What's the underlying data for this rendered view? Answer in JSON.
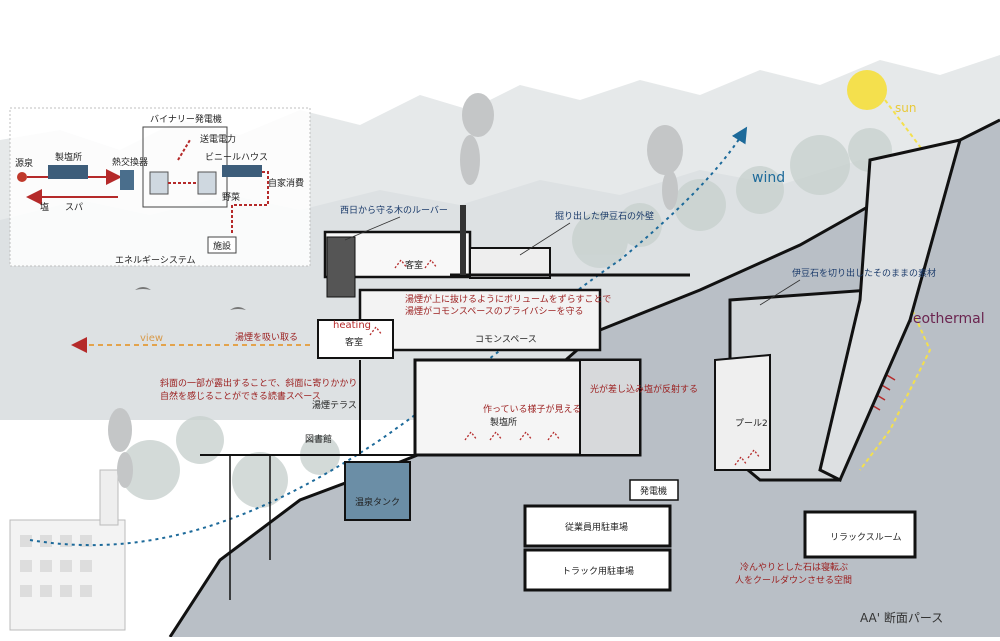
{
  "energy_system": {
    "title": "エネルギーシステム",
    "source": "源泉",
    "salt_plant": "製塩所",
    "heat_exchanger": "熱交換器",
    "binary_power": "バイナリー発電機",
    "power_transmission": "送電電力",
    "greenhouse": "ビニールハウス",
    "self_consumption": "自家消費",
    "salt": "塩",
    "spa": "スパ",
    "vegetables": "野菜",
    "facility": "施設"
  },
  "environment": {
    "sun": "sun",
    "wind": "wind",
    "view": "view",
    "heating": "heating",
    "geothermal": "Geothermal"
  },
  "annotations": {
    "louver": "西日から守る木のルーバー",
    "dug_wall": "掘り出した伊豆石の外壁",
    "izu_stone": "伊豆石を切り出したそのままの素材",
    "volume_shift_1": "湯煙が上に抜けるようにボリュームをずらすことで",
    "volume_shift_2": "湯煙がコモンスペースのプライバシーを守る",
    "absorb_steam": "湯煙を吸い取る",
    "slope_1": "斜面の一部が露出することで、斜面に寄りかかり",
    "slope_2": "自然を感じることができる読書スペース",
    "making_visible": "作っている様子が見える",
    "light_reflect": "光が差し込み塩が反射する",
    "cool_stone_1": "冷んやりとした石は寝転ぶ",
    "cool_stone_2": "人をクールダウンさせる空間"
  },
  "rooms": {
    "guest_room_upper": "客室",
    "guest_room_lower": "客室",
    "common_space": "コモンスペース",
    "steam_terrace": "湯煙テラス",
    "library": "図書館",
    "salt_plant": "製塩所",
    "pool": "プール2",
    "hot_spring_tank": "温泉タンク",
    "generator": "発電機",
    "staff_parking": "従業員用駐車場",
    "truck_parking": "トラック用駐車場",
    "relax_room": "リラックスルーム"
  },
  "caption": "AA' 断面パース",
  "colors": {
    "ground": "#b9bfc6",
    "mountain": "#e6e9ea",
    "annotation_red": "#9b1e1e",
    "annotation_navy": "#1a3a6a",
    "sun": "#f4e04d",
    "geothermal": "#6b2550",
    "tank": "#6b8ea6",
    "wind_arrow": "#1d6a9a"
  }
}
